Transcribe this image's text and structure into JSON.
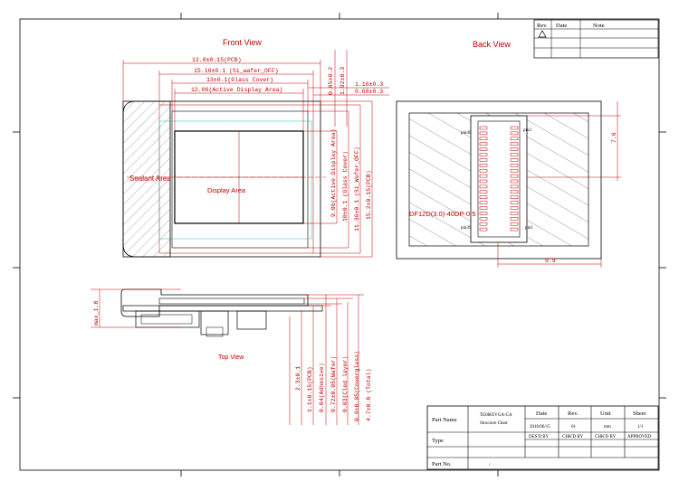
{
  "front_view": {
    "title": "Front View",
    "sealant_label": "Sealant Area",
    "display_label": "Display Area",
    "dims_horizontal": [
      "13.8±0.15(PCB)",
      "15.16±0.1 (Si_wafer_OFF)",
      "13±0.1(Glass Cover)",
      "12.06(Active Display Area)"
    ],
    "dims_right_top": [
      "0.65±0.2",
      "1.92±0.3",
      "1.16±0.3",
      "0.68±0.3"
    ],
    "dims_vertical": [
      "9.06(Active Display Area)",
      "10±0.1 (Glass Cover)",
      "11.36±0.1 (Si_Wafer_OFF)",
      "15.2±0.15(PCB)"
    ]
  },
  "back_view": {
    "title": "Back View",
    "connector_label": "DF12D(3.0)-40DP-0.5",
    "pin_labels": [
      "pin40",
      "pin2",
      "pin39",
      "pin1"
    ],
    "dims": [
      "7.6",
      "9.9"
    ]
  },
  "top_view": {
    "title": "Top View",
    "dim_left": "max_1.8",
    "dims_vertical": [
      "2.3±0.1",
      "1.1±0.15(PCB)",
      "0.04(Adhesive)",
      "0.72±0.05(Wafer)",
      "0.03(Cled layer)",
      "0.9±0.05(Coverglass)",
      "4.7±0.8 (Total)"
    ]
  },
  "revision_table": {
    "headers": [
      "Rev.",
      "Date",
      "Note"
    ]
  },
  "title_block": {
    "part_name_label": "Part Name",
    "part_name_value": "TE0805VGA-CA",
    "part_name_sub": "Structure Chart",
    "headers": [
      "Date",
      "Rev.",
      "Unit",
      "Sheet"
    ],
    "values": [
      "2016/06/15",
      "01",
      "mm",
      "1/1"
    ],
    "type_label": "Type",
    "sign_labels": [
      "DES'D BY",
      "CHK'D BY",
      "CHK'D BY",
      "APPROVED"
    ],
    "part_no_label": "Part No.",
    "part_no_value": "/"
  }
}
